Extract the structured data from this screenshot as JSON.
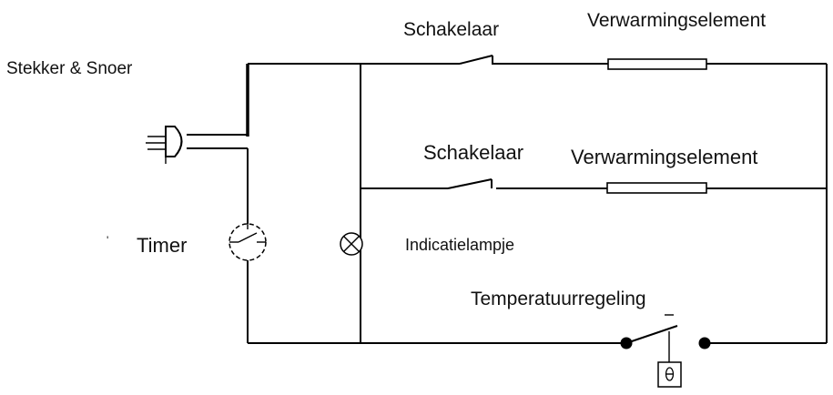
{
  "labels": {
    "plug": "Stekker & Snoer",
    "switch_top": "Schakelaar",
    "heater_top": "Verwarmingselement",
    "switch_mid": "Schakelaar",
    "heater_mid": "Verwarmingselement",
    "timer": "Timer",
    "indicator": "Indicatielampje",
    "thermostat": "Temperatuurregeling"
  },
  "colors": {
    "line": "#000000",
    "text": "#111111",
    "background": "#ffffff"
  },
  "icons": [
    "plug-icon",
    "switch-icon",
    "heating-element-icon",
    "timer-icon",
    "indicator-lamp-icon",
    "thermostat-icon"
  ]
}
